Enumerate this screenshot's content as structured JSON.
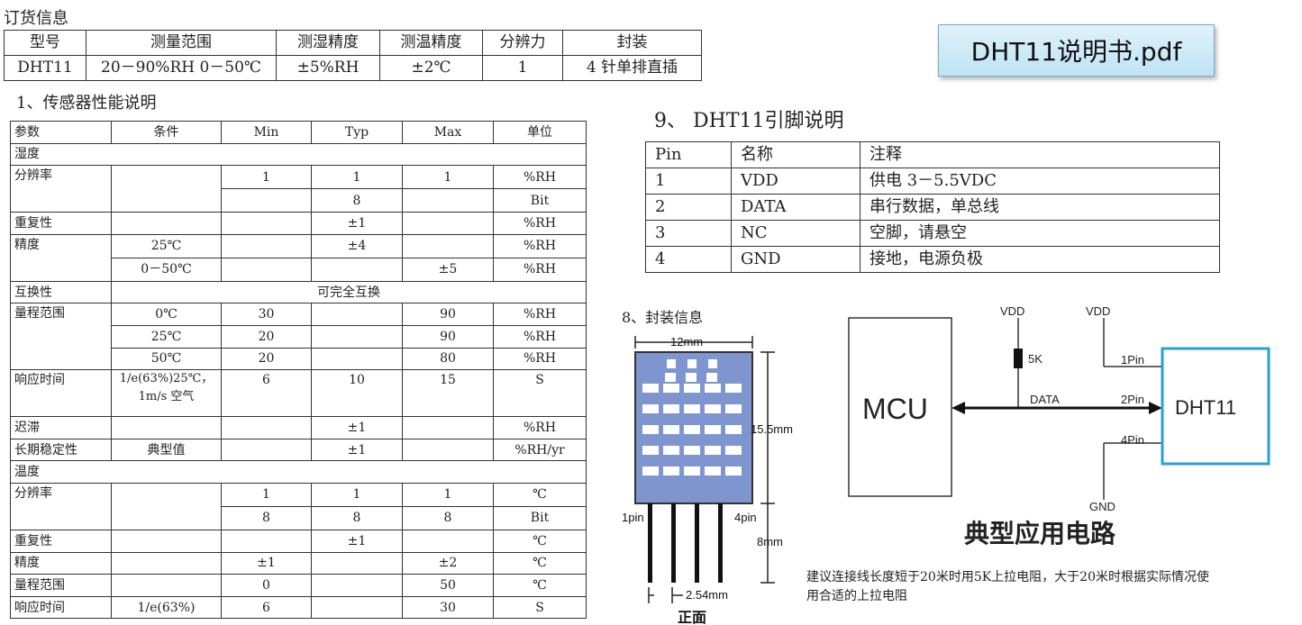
{
  "order": {
    "title": "订货信息",
    "headers": [
      "型号",
      "测量范围",
      "测湿精度",
      "测温精度",
      "分辨力",
      "封装"
    ],
    "row": [
      "DHT11",
      "20－90%RH 0－50℃",
      "±5%RH",
      "±2℃",
      "1",
      "4 针单排直插"
    ]
  },
  "file_badge": "DHT11说明书.pdf",
  "perf": {
    "title": "1、传感器性能说明",
    "headers": [
      "参数",
      "条件",
      "Min",
      "Typ",
      "Max",
      "单位"
    ],
    "humidity": "湿度",
    "temperature": "温度",
    "rows": {
      "hum_res_label": "分辨率",
      "hum_res_1": [
        "1",
        "1",
        "1",
        "%RH"
      ],
      "hum_res_2": [
        "8",
        "Bit"
      ],
      "hum_rep_label": "重复性",
      "hum_rep": [
        "±1",
        "%RH"
      ],
      "hum_acc_label": "精度",
      "hum_acc_1": [
        "25℃",
        "±4",
        "%RH"
      ],
      "hum_acc_2": [
        "0－50℃",
        "±5",
        "%RH"
      ],
      "interchange_label": "互换性",
      "interchange_value": "可完全互换",
      "range_label": "量程范围",
      "range_1": [
        "0℃",
        "30",
        "90",
        "%RH"
      ],
      "range_2": [
        "25℃",
        "20",
        "90",
        "%RH"
      ],
      "range_3": [
        "50℃",
        "20",
        "80",
        "%RH"
      ],
      "resp_label": "响应时间",
      "resp_cond_1": "1/e(63%)25℃，",
      "resp_cond_2": "1m/s 空气",
      "resp": [
        "6",
        "10",
        "15",
        "S"
      ],
      "hyst_label": "迟滞",
      "hyst": [
        "±1",
        "%RH"
      ],
      "stab_label": "长期稳定性",
      "stab": [
        "典型值",
        "±1",
        "%RH/yr"
      ],
      "t_res_label": "分辨率",
      "t_res_1": [
        "1",
        "1",
        "1",
        "℃"
      ],
      "t_res_2": [
        "8",
        "8",
        "8",
        "Bit"
      ],
      "t_rep_label": "重复性",
      "t_rep": [
        "±1",
        "℃"
      ],
      "t_acc_label": "精度",
      "t_acc": [
        "±1",
        "±2",
        "℃"
      ],
      "t_range_label": "量程范围",
      "t_range": [
        "0",
        "50",
        "℃"
      ],
      "t_resp_label": "响应时间",
      "t_resp": [
        "1/e(63%)",
        "6",
        "30",
        "S"
      ]
    }
  },
  "pins": {
    "title": "9、  DHT11引脚说明",
    "headers": [
      "Pin",
      "名称",
      "注释"
    ],
    "rows": [
      [
        "1",
        "VDD",
        "供电 3－5.5VDC"
      ],
      [
        "2",
        "DATA",
        "串行数据，单总线"
      ],
      [
        "3",
        "NC",
        "空脚，请悬空"
      ],
      [
        "4",
        "GND",
        "接地，电源负极"
      ]
    ]
  },
  "package": {
    "title": "8、封装信息",
    "width": "12mm",
    "height": "15.5mm",
    "pin_length": "8mm",
    "pitch": "2.54mm",
    "pin1": "1pin",
    "pin4": "4pin",
    "view": "正面"
  },
  "circuit": {
    "mcu": "MCU",
    "sensor": "DHT11",
    "vdd1": "VDD",
    "vdd2": "VDD",
    "resistor": "5K",
    "data": "DATA",
    "pin1": "1Pin",
    "pin2": "2Pin",
    "pin4": "4Pin",
    "gnd": "GND",
    "caption": "典型应用电路",
    "note_1": "建议连接线长度短于20米时用5K上拉电阻，大于20米时根据实际情况使",
    "note_2": "用合适的上拉电阻"
  }
}
